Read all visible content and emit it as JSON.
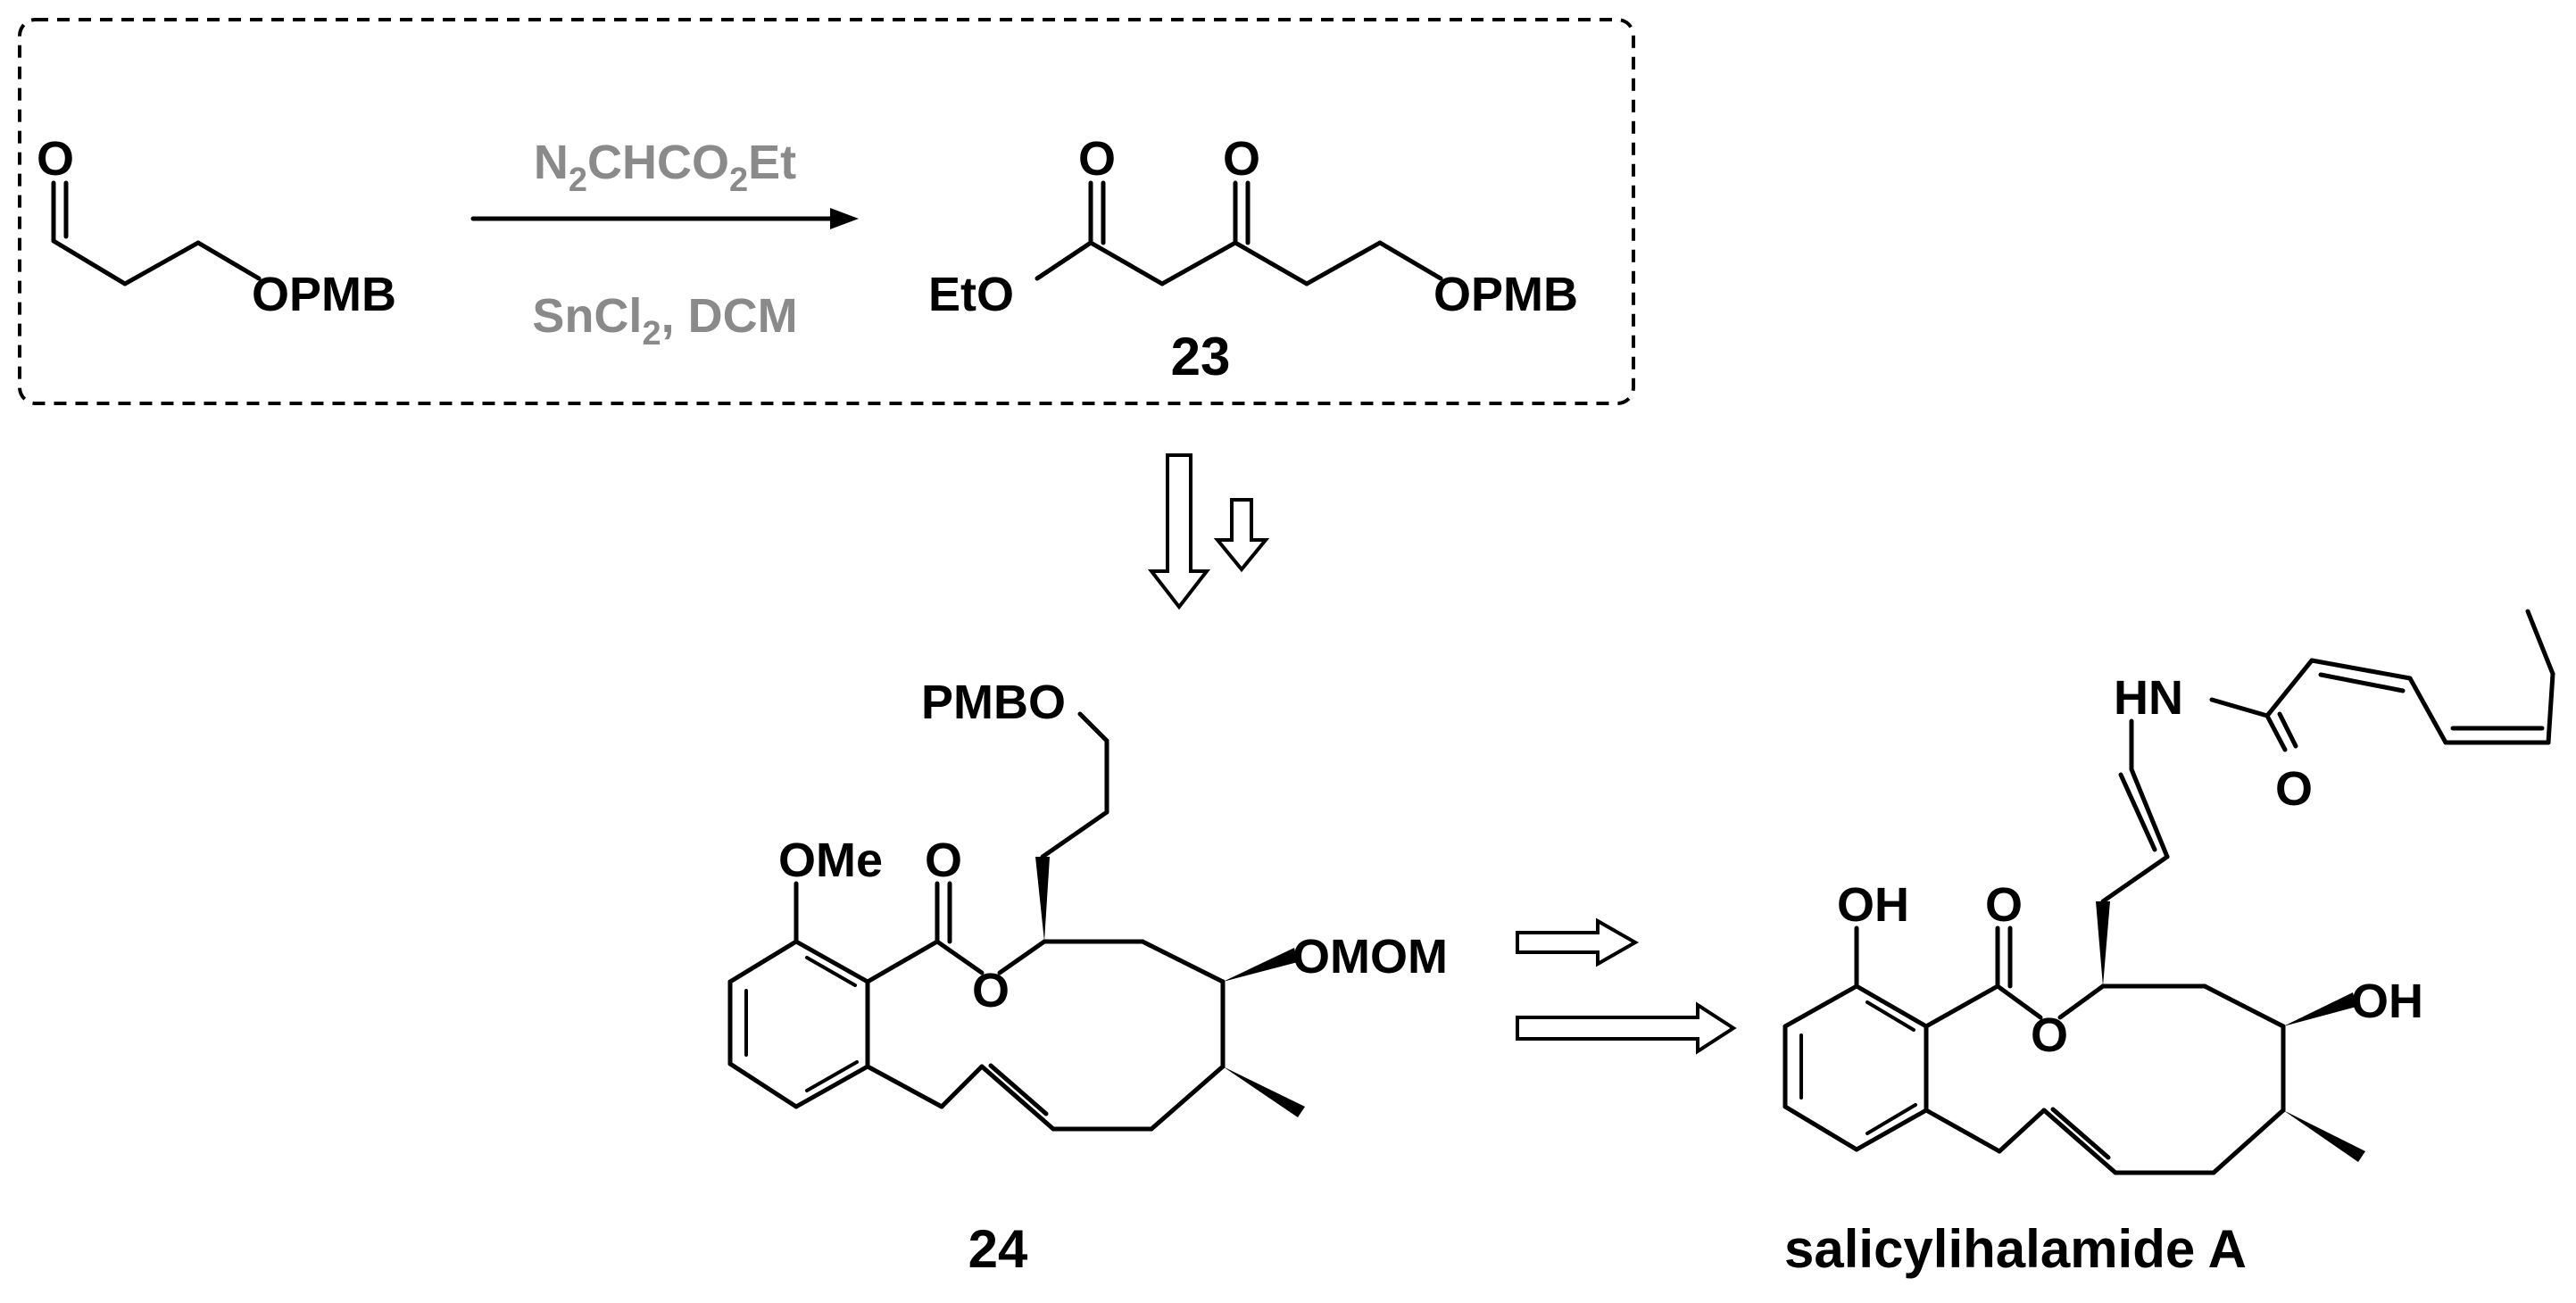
{
  "reaction": {
    "reagent_top": "N2CHCO2Et",
    "reagent_bottom": "SnCl2, DCM"
  },
  "start_material": {
    "oxygen": "O",
    "ether": "OPMB"
  },
  "compound_23": {
    "label": "23",
    "ethoxy": "EtO",
    "ester_oxygen": "O",
    "ketone_oxygen": "O",
    "ether": "OPMB"
  },
  "compound_24": {
    "label": "24",
    "pmbo": "PMBO",
    "ome": "OMe",
    "carbonyl_oxygen": "O",
    "ring_oxygen": "O",
    "omom": "OMOM"
  },
  "salicylihalamide": {
    "label": "salicylihalamide A",
    "oh_phenol": "OH",
    "carbonyl_oxygen": "O",
    "ring_oxygen": "O",
    "oh_ring": "OH",
    "hn": "HN",
    "amide_oxygen": "O"
  },
  "reagent_parts": {
    "n": "N",
    "two_a": "2",
    "chco": "CHCO",
    "two_b": "2",
    "et": "Et",
    "sncl": "SnCl",
    "two_c": "2",
    "dcm": ", DCM"
  }
}
